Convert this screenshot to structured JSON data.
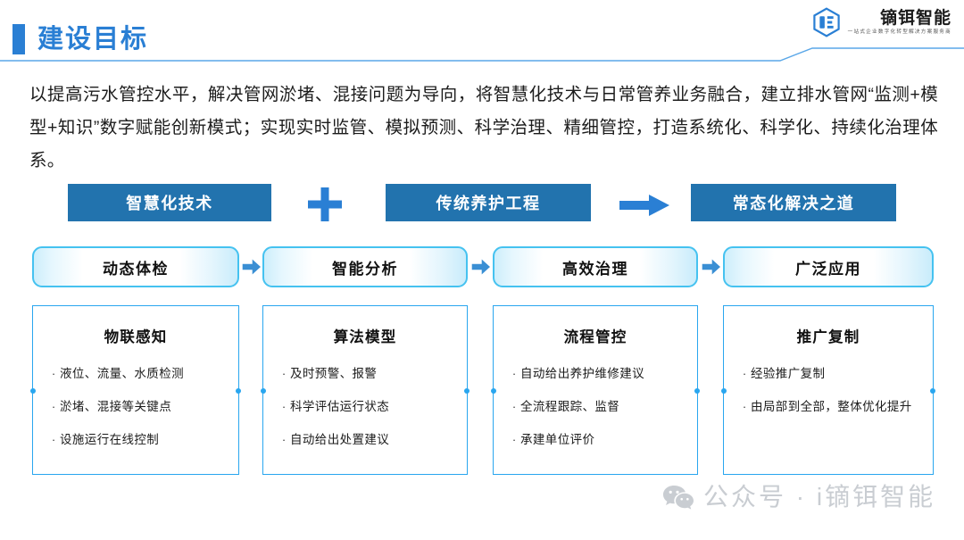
{
  "header": {
    "title": "建设目标",
    "accent_color": "#2a7fd4",
    "rule_color": "#5aa7e8"
  },
  "logo": {
    "name": "镝铒智能",
    "tagline": "一站式企业数字化转型解决方案服务商",
    "mark_color": "#2a7fd4"
  },
  "intro": {
    "paragraph": "以提高污水管控水平，解决管网淤堵、混接问题为导向，将智慧化技术与日常管养业务融合，建立排水管网“监测+模型+知识”数字赋能创新模式；实现实时监管、模拟预测、科学治理、精细管控，打造系统化、科学化、持续化治理体系。"
  },
  "formula_row": {
    "box_color": "#2273ae",
    "boxes": [
      {
        "label": "智慧化技术"
      },
      {
        "label": "传统养护工程"
      },
      {
        "label": "常态化解决之道"
      }
    ],
    "plus_symbol": "plus-icon",
    "arrow_symbol": "right-arrow-icon"
  },
  "stage_row": {
    "border_color": "#45c2f0",
    "arrow_color": "#3a8fd4",
    "stages": [
      {
        "label": "动态体检"
      },
      {
        "label": "智能分析"
      },
      {
        "label": "高效治理"
      },
      {
        "label": "广泛应用"
      }
    ]
  },
  "cards": [
    {
      "title": "物联感知",
      "bullets": [
        "液位、流量、水质检测",
        "淤堵、混接等关键点",
        "设施运行在线控制"
      ]
    },
    {
      "title": "算法模型",
      "bullets": [
        "及时预警、报警",
        "科学评估运行状态",
        "自动给出处置建议"
      ]
    },
    {
      "title": "流程管控",
      "bullets": [
        "自动给出养护维修建议",
        "全流程跟踪、监督",
        "承建单位评价"
      ]
    },
    {
      "title": "推广复制",
      "bullets": [
        "经验推广复制",
        "由局部到全部，整体优化提升"
      ]
    }
  ],
  "bullet_marker": "·",
  "watermark": {
    "icon": "wechat-icon",
    "text": "公众号 · i镝铒智能",
    "color": "#c9cdd2"
  }
}
